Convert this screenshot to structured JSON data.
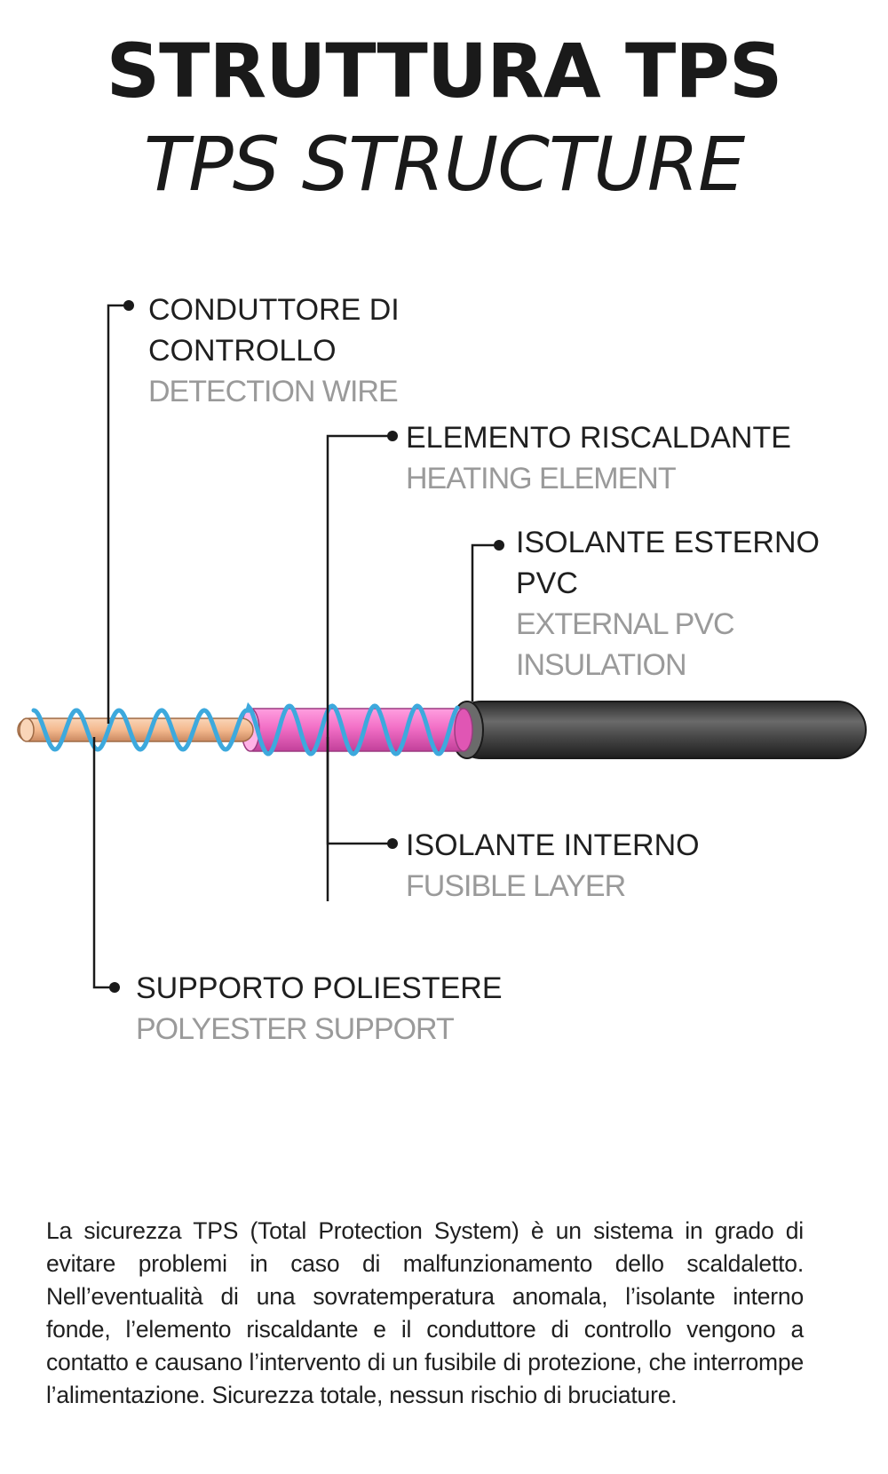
{
  "title": {
    "italian": "STRUTTURA TPS",
    "english": "TPS STRUCTURE"
  },
  "labels": {
    "detection_wire": {
      "it": "CONDUTTORE DI\nCONTROLLO",
      "en": "DETECTION WIRE"
    },
    "heating_element": {
      "it": "ELEMENTO RISCALDANTE",
      "en": "HEATING ELEMENT"
    },
    "external_insulation": {
      "it": "ISOLANTE ESTERNO\nPVC",
      "en": "EXTERNAL PVC\nINSULATION"
    },
    "fusible_layer": {
      "it": "ISOLANTE INTERNO",
      "en": "FUSIBLE LAYER"
    },
    "polyester_support": {
      "it": "SUPPORTO POLIESTERE",
      "en": "POLYESTER SUPPORT"
    }
  },
  "description": "La sicurezza TPS (Total Protection System) è un sistema in grado di evitare problemi in caso di malfunzionamento dello scaldaletto. Nell’eventualità di una sovratemperatura anomala, l’isolante interno fonde, l’elemento riscaldante e il conduttore di controllo vengono a contatto e causano l’intervento di un fusibile di protezione, che interrompe l’alimentazione. Sicurezza totale, nessun rischio di bruciature.",
  "colors": {
    "core": "#f4b98e",
    "heating_layer": "#f26fc6",
    "outer_sheath": "#4a4a4a",
    "detection_wire": "#3da9dd",
    "leader_lines": "#1a1a1a"
  }
}
